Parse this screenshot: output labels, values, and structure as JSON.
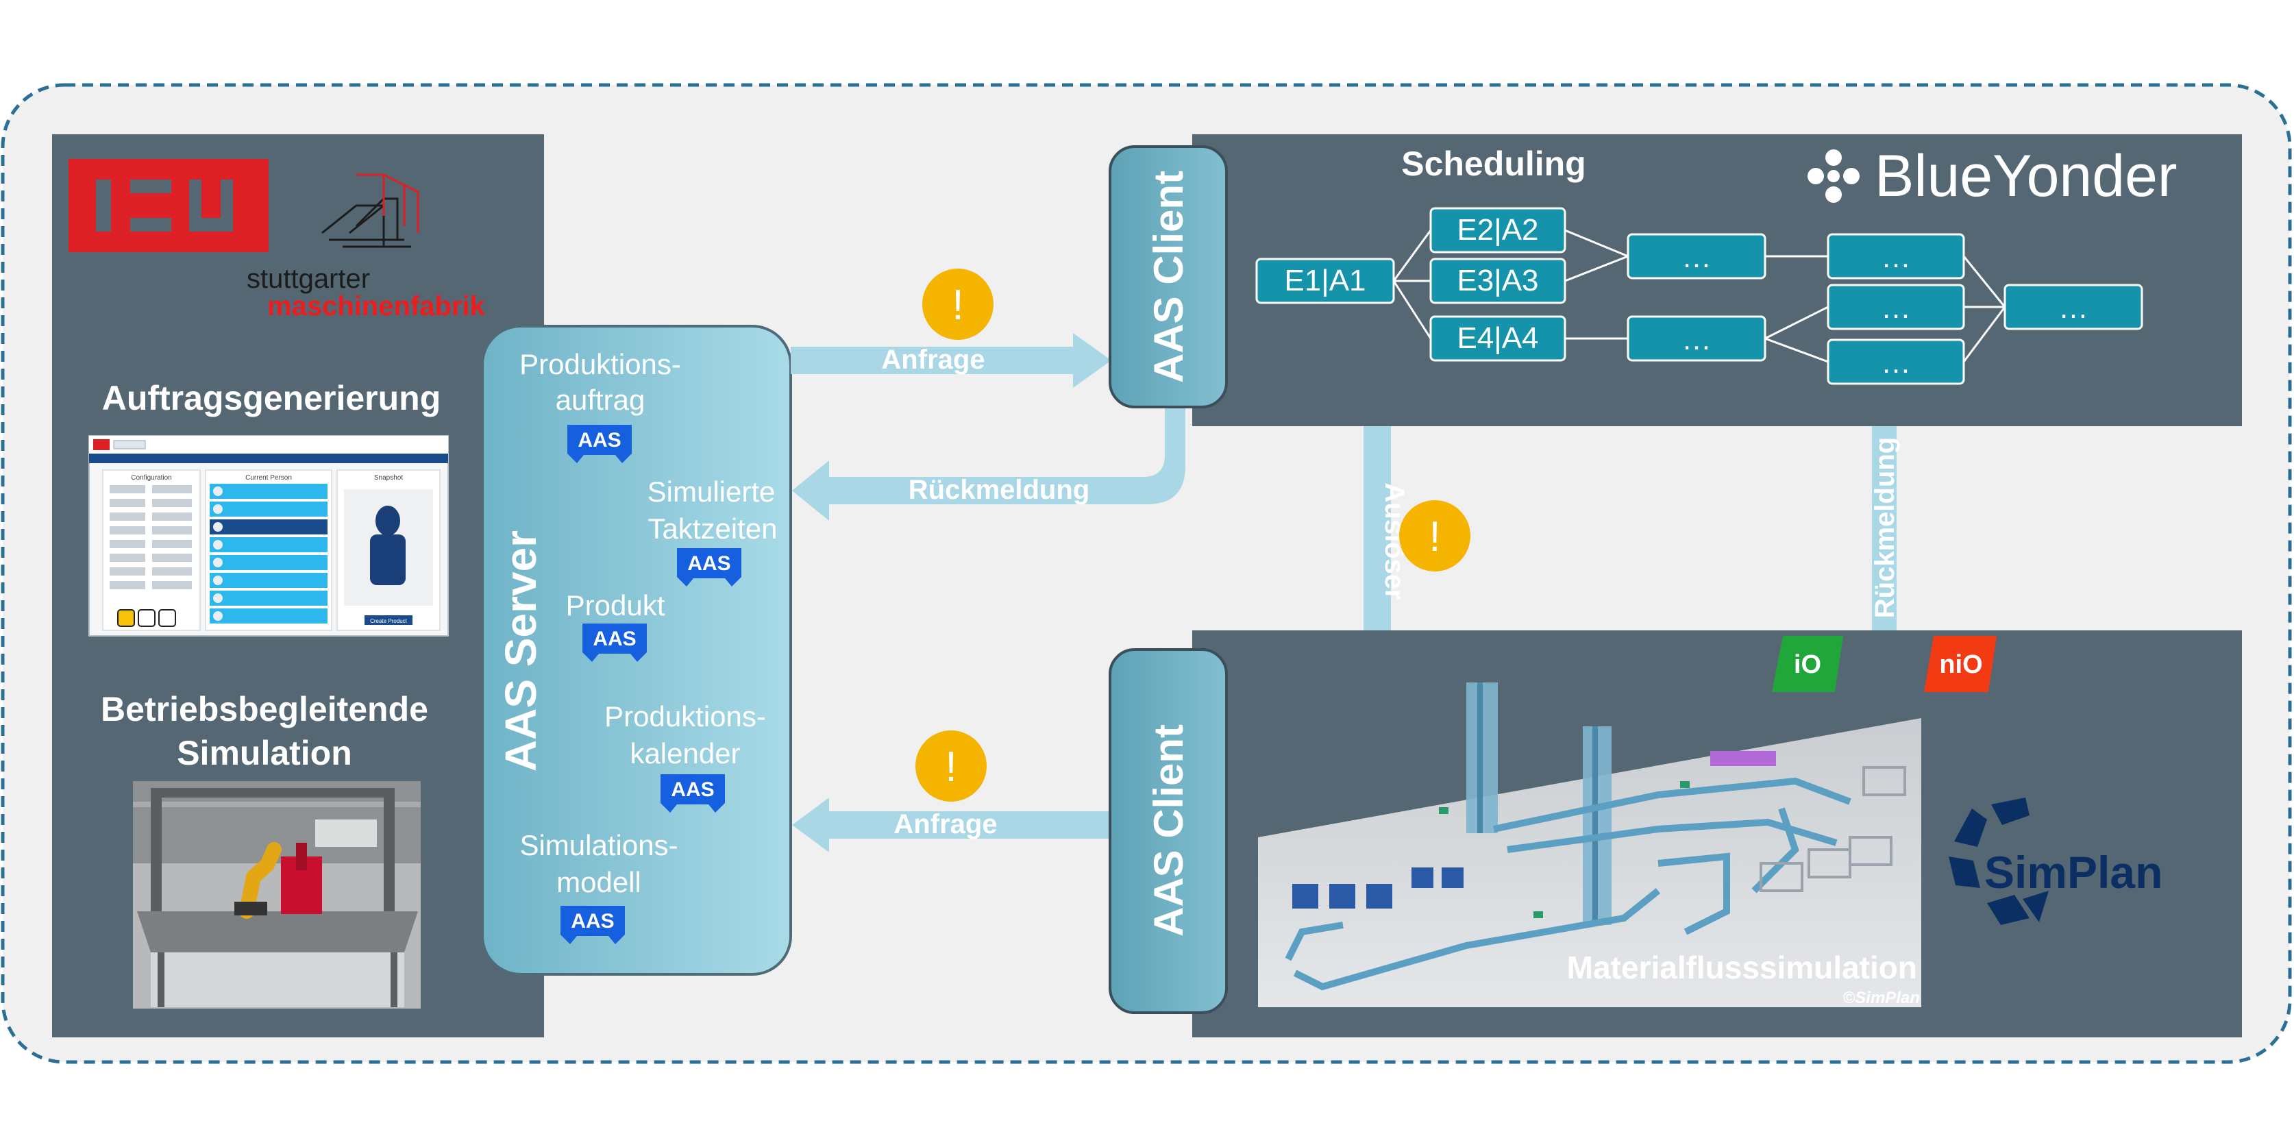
{
  "left_panel": {
    "logo_isw": "ISW",
    "logo_sm_line1": "stuttgarter",
    "logo_sm_line2": "maschinenfabrik",
    "auftrag_heading": "Auftragsgenerierung",
    "sim_heading_line1": "Betriebsbegleitende",
    "sim_heading_line2": "Simulation",
    "app_preview": {
      "col1_title": "Configuration",
      "col2_title": "Current Person",
      "col3_title": "Snapshot",
      "action_label": "Create Product"
    }
  },
  "aas_server": {
    "title": "AAS Server",
    "badge_label": "AAS",
    "items": [
      {
        "line1": "Produktions-",
        "line2": "auftrag"
      },
      {
        "line1": "Simulierte",
        "line2": "Taktzeiten"
      },
      {
        "line1": "Produkt",
        "line2": ""
      },
      {
        "line1": "Produktions-",
        "line2": "kalender"
      },
      {
        "line1": "Simulations-",
        "line2": "modell"
      }
    ]
  },
  "flows": {
    "anfrage_top": "Anfrage",
    "rueckmeldung_left": "Rückmeldung",
    "anfrage_bottom": "Anfrage",
    "ausloeser": "Auslöser",
    "rueckmeldung_vertical": "Rückmeldung",
    "warning_symbol": "!"
  },
  "scheduling": {
    "client_label": "AAS Client",
    "title": "Scheduling",
    "brand": "BlueYonder",
    "nodes": {
      "n1": "E1|A1",
      "n2": "E2|A2",
      "n3": "E3|A3",
      "n4": "E4|A4",
      "ellipsis": "…"
    }
  },
  "simulation": {
    "client_label": "AAS Client",
    "title": "Materialflusssimulation",
    "copyright": "©SimPlan",
    "io": "iO",
    "nio": "niO",
    "brand": "SimPlan"
  },
  "colors": {
    "panel": "#546773",
    "light_blue": "#a9d7e5",
    "teal": "#1593ab",
    "badge_blue": "#1660e0",
    "warning": "#f5b400",
    "isw_red": "#dd1f26",
    "io_green": "#21a63a",
    "nio_red": "#f23a13"
  }
}
